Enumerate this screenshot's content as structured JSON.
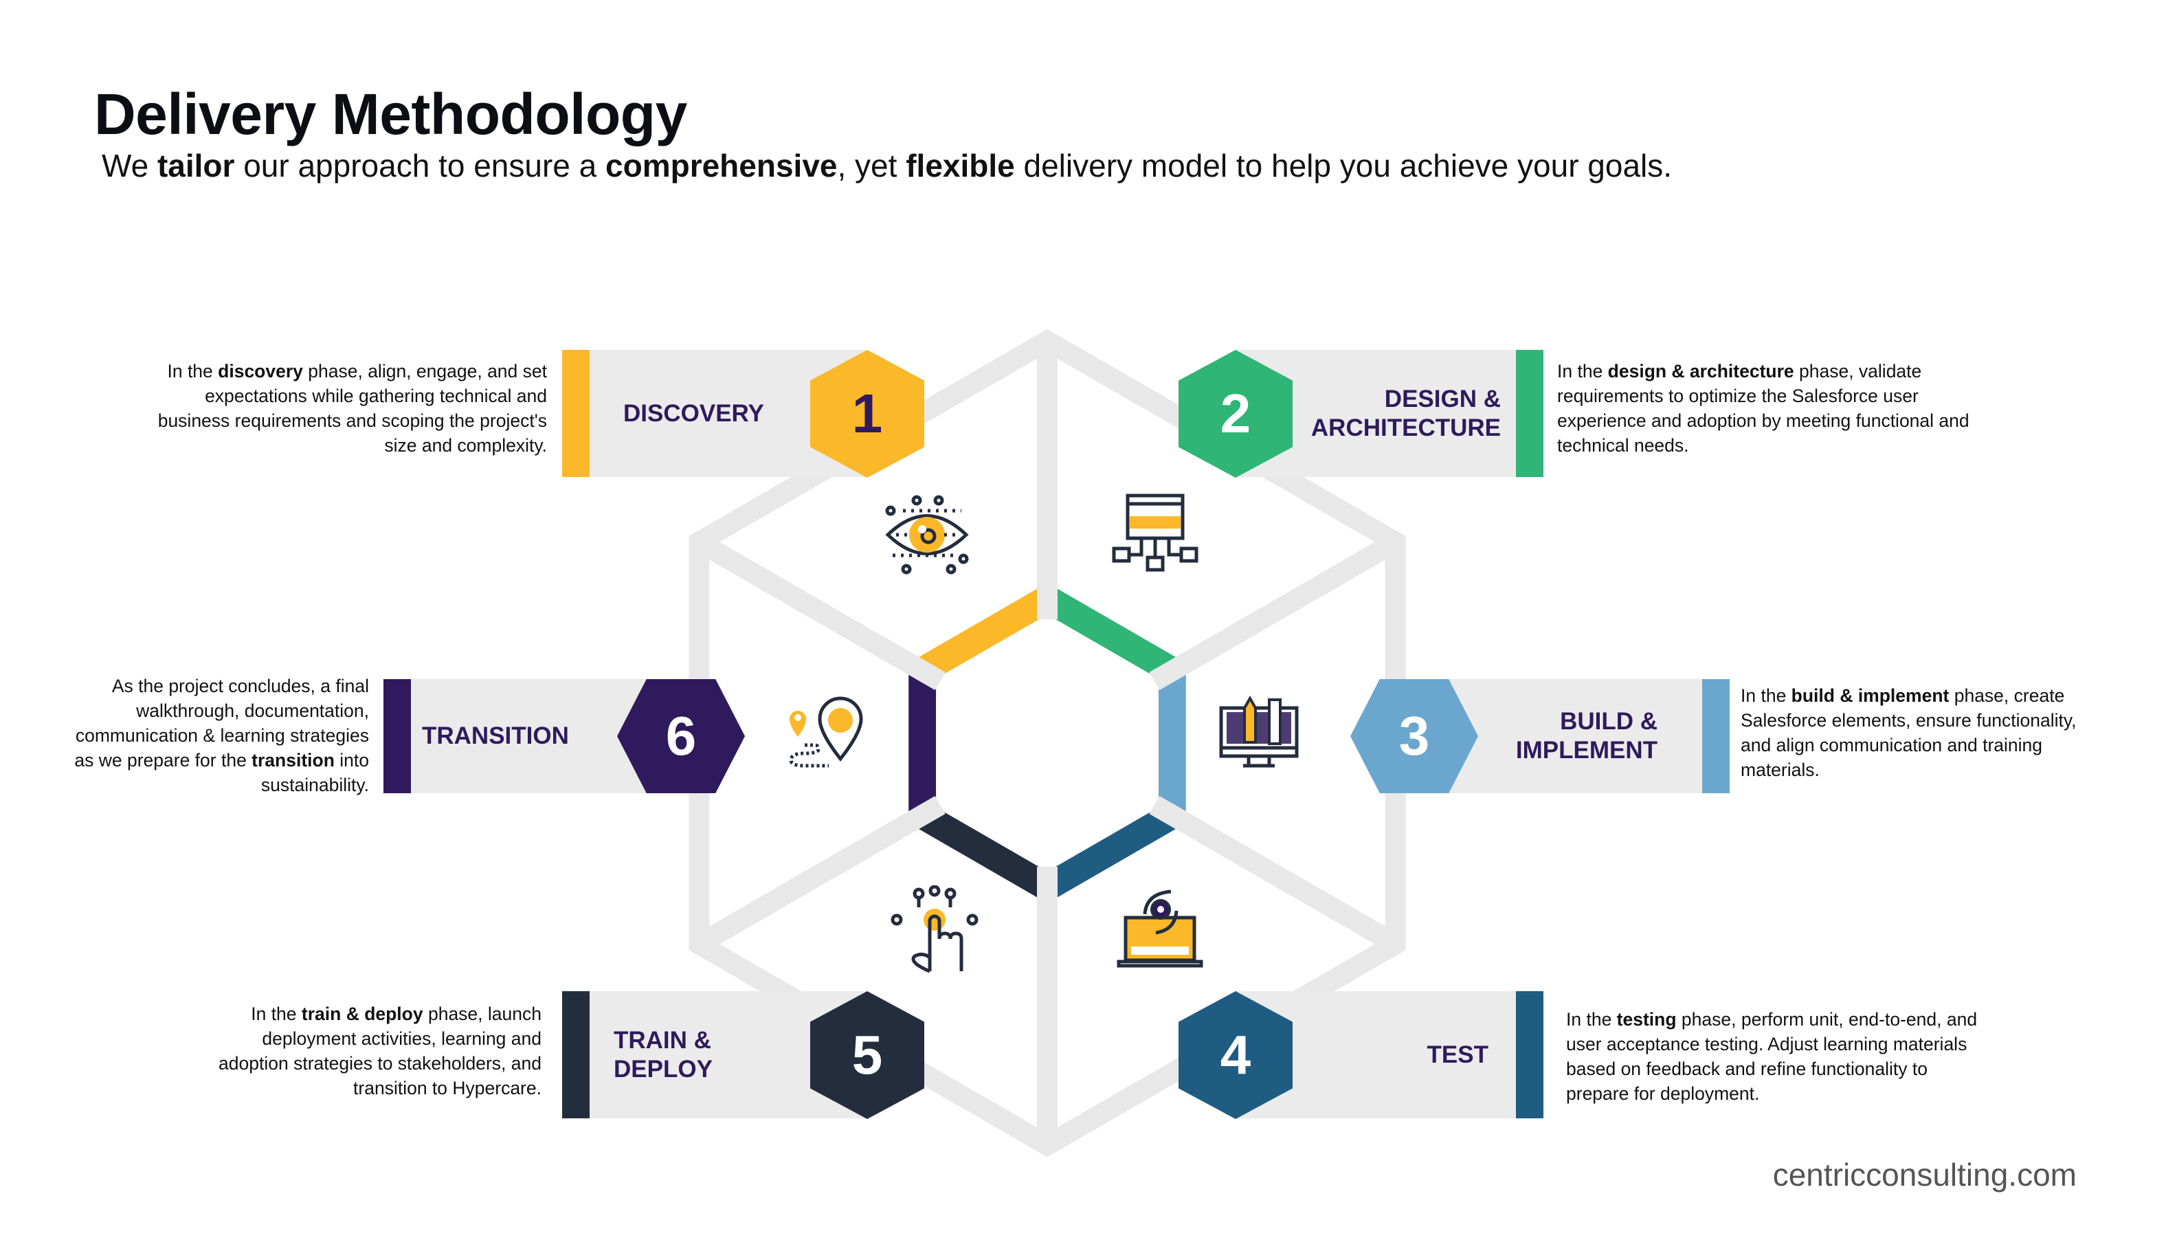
{
  "title": "Delivery Methodology",
  "subtitle": {
    "s0": "We ",
    "b1": "tailor",
    "s2": " our approach to ensure a ",
    "b3": "comprehensive",
    "s4": ", yet ",
    "b5": "flexible",
    "s6": " delivery model to help you achieve your goals."
  },
  "colors": {
    "discovery": "#fbb829",
    "design": "#2fb575",
    "build": "#6ba6cf",
    "test": "#1f5c82",
    "train": "#232d3d",
    "transition": "#2e1a5c",
    "bar": "#ebebeb",
    "lines": "#e8e8e8",
    "label_text": "#2e1a5c"
  },
  "phases": {
    "discovery": {
      "number": "1",
      "label": "DISCOVERY",
      "icon": "eye-icon",
      "desc": {
        "pre": "In the ",
        "bold": "discovery",
        "post": " phase, align, engage, and set expectations while gathering technical and business requirements and scoping the project's size and complexity."
      }
    },
    "design": {
      "number": "2",
      "label_1": "DESIGN &",
      "label_2": "ARCHITECTURE",
      "icon": "sitemap-icon",
      "desc": {
        "pre": "In the ",
        "bold": "design & architecture",
        "post": " phase, validate requirements to optimize the Salesforce user experience and adoption by meeting functional and technical needs."
      }
    },
    "build": {
      "number": "3",
      "label_1": "BUILD &",
      "label_2": "IMPLEMENT",
      "icon": "monitor-design-icon",
      "desc": {
        "pre": "In the ",
        "bold": "build & implement",
        "post": " phase, create Salesforce elements, ensure functionality, and align communication and training materials."
      }
    },
    "test": {
      "number": "4",
      "label": "TEST",
      "icon": "laptop-refresh-icon",
      "desc": {
        "pre": "In the ",
        "bold": "testing",
        "post": " phase, perform unit, end-to-end, and user acceptance testing. Adjust learning materials based on feedback and refine functionality to prepare for deployment."
      }
    },
    "train": {
      "number": "5",
      "label_1": "TRAIN &",
      "label_2": "DEPLOY",
      "icon": "hand-touch-icon",
      "desc": {
        "pre": "In the ",
        "bold": "train & deploy",
        "post": " phase, launch deployment activities, learning and adoption strategies to stakeholders, and transition to Hypercare."
      }
    },
    "transition": {
      "number": "6",
      "label": "TRANSITION",
      "icon": "map-pin-route-icon",
      "desc": {
        "pre": "As the project concludes, a final walkthrough, documentation, communication & learning strategies as we prepare for the ",
        "bold": "transition",
        "post": " into sustainability."
      }
    }
  },
  "footer": "centricconsulting.com"
}
